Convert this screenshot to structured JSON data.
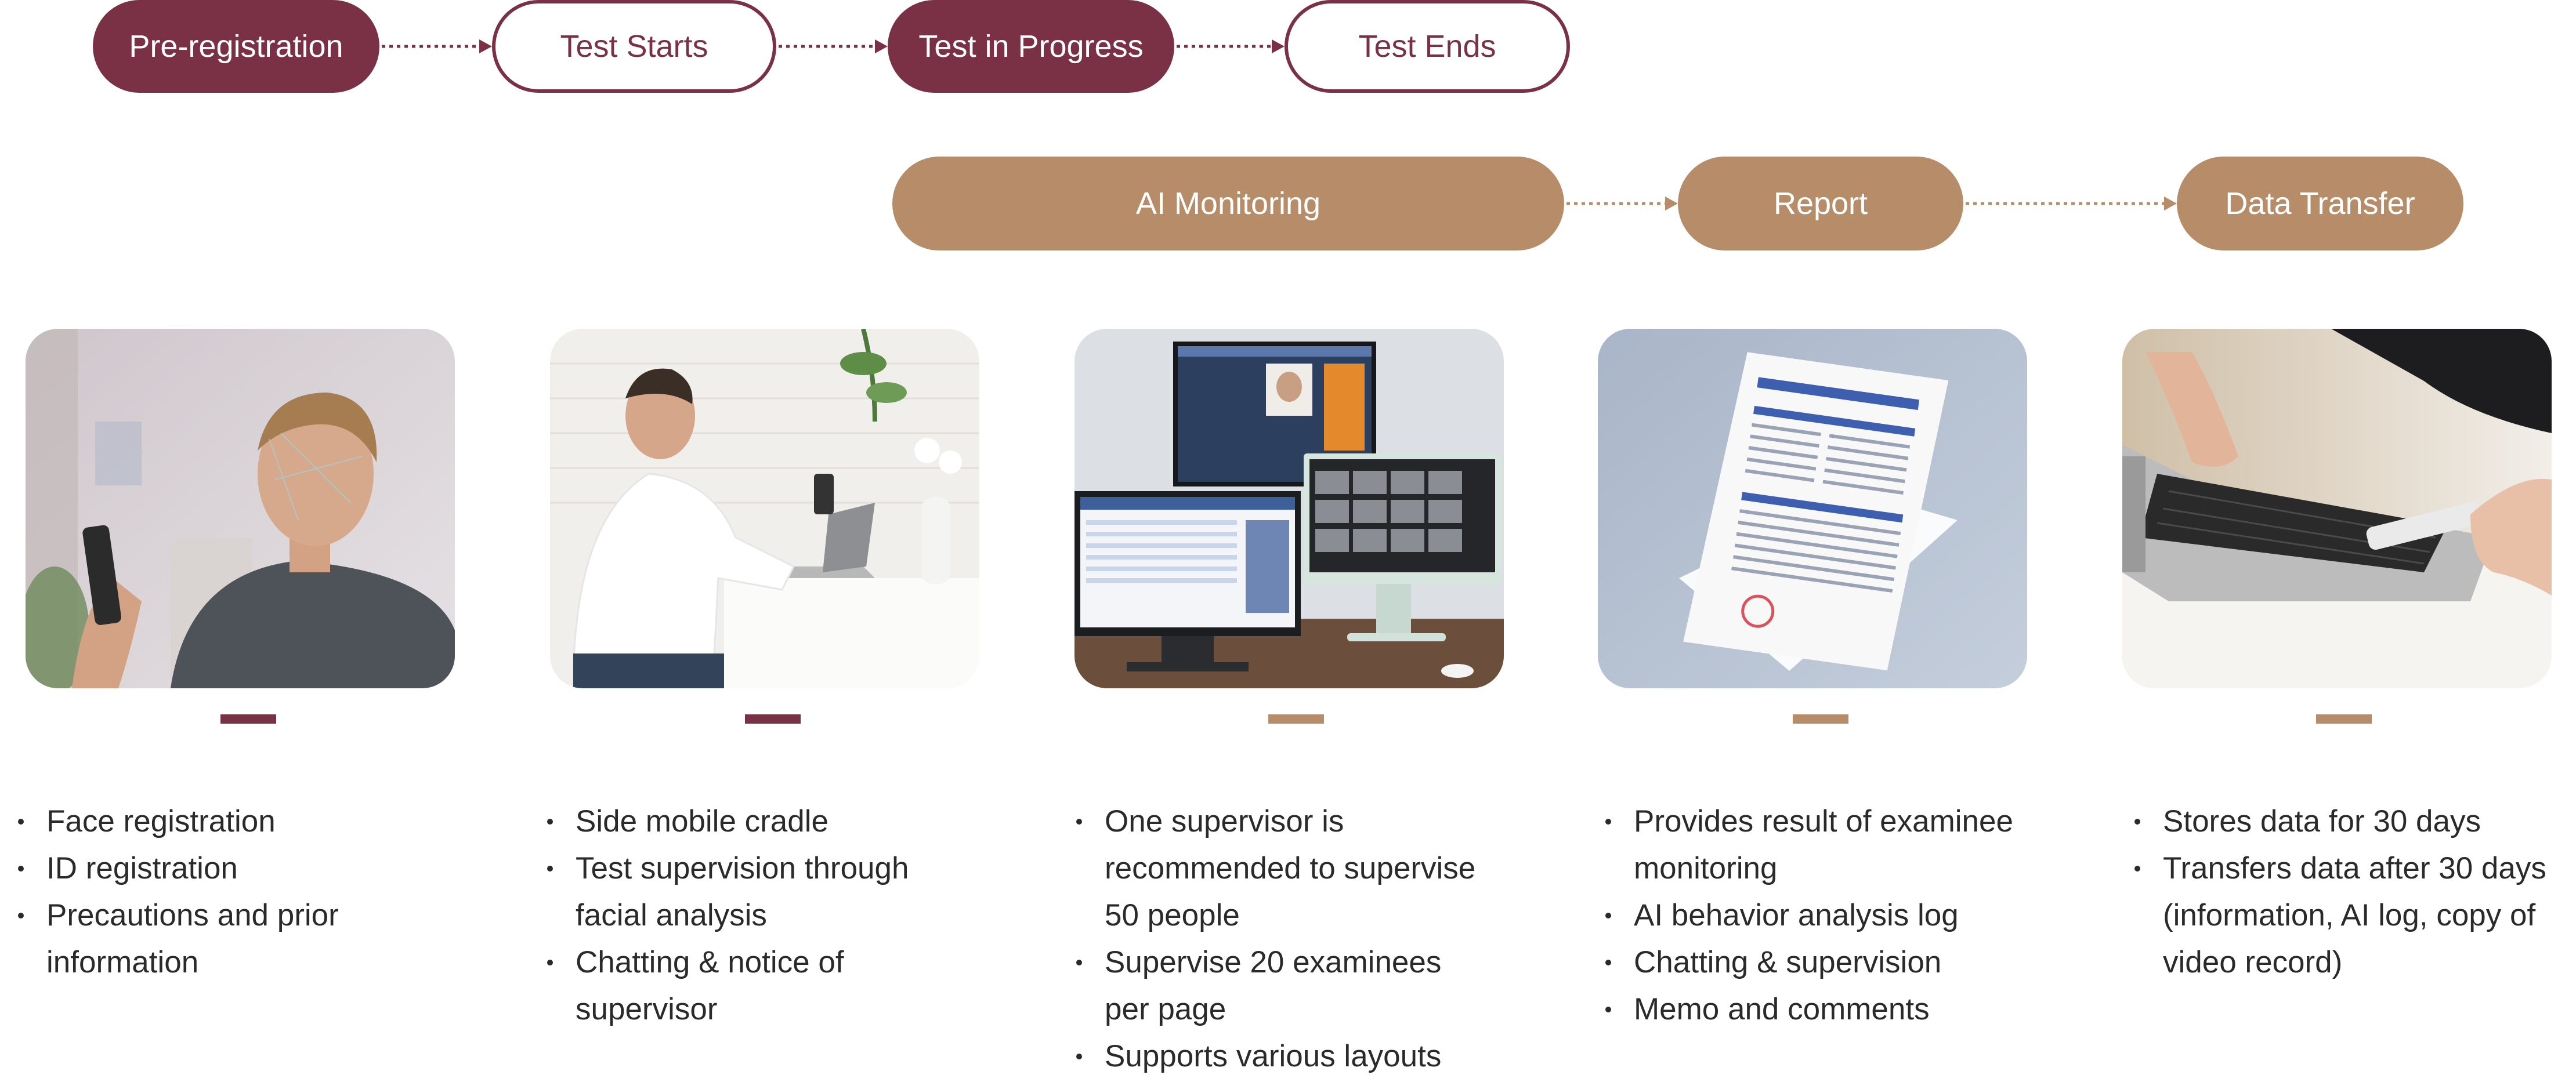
{
  "colors": {
    "primary": "#7a3146",
    "secondary": "#b68c69",
    "text": "#2a2a2a"
  },
  "top_flow": [
    {
      "label": "Pre-registration",
      "style": "filled"
    },
    {
      "label": "Test Starts",
      "style": "outline"
    },
    {
      "label": "Test in Progress",
      "style": "filled"
    },
    {
      "label": "Test Ends",
      "style": "outline"
    }
  ],
  "ai_flow": [
    {
      "label": "AI Monitoring"
    },
    {
      "label": "Report"
    },
    {
      "label": "Data Transfer"
    }
  ],
  "columns": [
    {
      "image": "person-phone-face-scan-photo",
      "marker_color": "#7a3146",
      "bullets": [
        "Face registration",
        "ID registration",
        "Precautions and prior information"
      ]
    },
    {
      "image": "man-laptop-phone-cradle-photo",
      "marker_color": "#7a3146",
      "bullets": [
        "Side mobile cradle",
        "Test supervision through facial analysis",
        "Chatting & notice of supervisor"
      ]
    },
    {
      "image": "monitoring-dashboard-screens-photo",
      "marker_color": "#b68c69",
      "bullets": [
        "One supervisor is recommended to supervise 50 people",
        "Supervise 20 examinees per page",
        "Supports various layouts"
      ]
    },
    {
      "image": "report-document-photo",
      "marker_color": "#b68c69",
      "bullets": [
        "Provides result of examinee monitoring",
        "AI behavior analysis log",
        "Chatting & supervision",
        "Memo and comments"
      ]
    },
    {
      "image": "laptop-usb-transfer-photo",
      "marker_color": "#b68c69",
      "bullets": [
        "Stores data for 30 days",
        "Transfers data after 30 days (information, AI log, copy of video record)"
      ]
    }
  ]
}
